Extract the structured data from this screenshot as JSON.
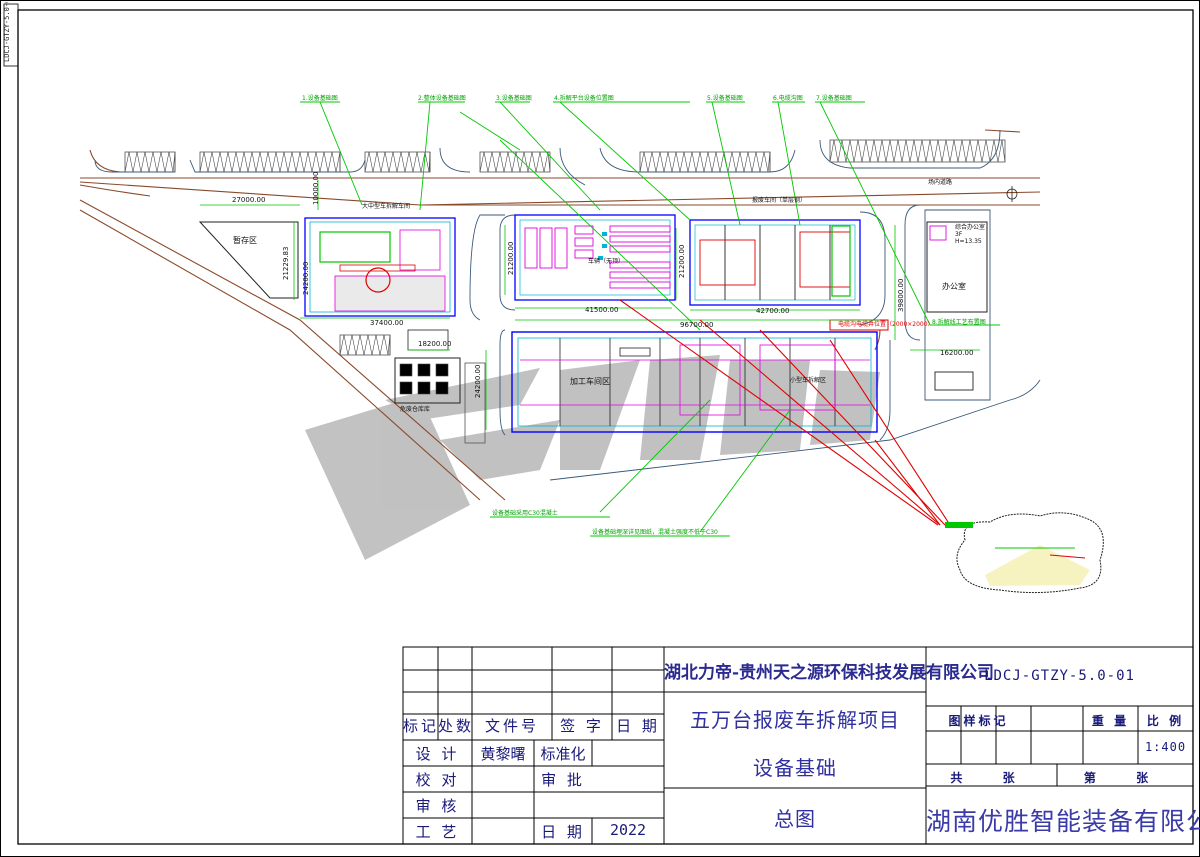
{
  "corner_code": "LDCJ-GTZY-5.0-00",
  "plan": {
    "callouts": [
      "1.设备基础图",
      "2.整体设备基础图",
      "3.设备基础图",
      "4.拆解平台设备位置图",
      "5.设备基础图",
      "6.电缆沟图",
      "7.设备基础图",
      "8.拆解线工艺布置图"
    ],
    "dimensions": {
      "d27000": "27000.00",
      "d10000": "10000.00",
      "d21229": "21229.83",
      "d24200": "24200.00",
      "d37400": "37400.00",
      "d21200a": "21200.00",
      "d41500": "41500.00",
      "d21200b": "21200.00",
      "d42700": "42700.00",
      "d96700": "96700.00",
      "d39800": "39800.00",
      "d18200": "18200.00",
      "d24200b": "24200.00",
      "d16200": "16200.00"
    },
    "zones": {
      "storage": "暂存区",
      "pretreat": "大中型车拆解车间",
      "parking": "车辆（无顶）",
      "dismantle": "报废车间（单层钢）",
      "office": "综合办公室",
      "office_level": "3F",
      "office_height": "H=13.35",
      "office_main": "办公室",
      "processing": "加工车间区",
      "small_car": "小型车拆解区",
      "hazard": "危废仓库库",
      "road_name": "场内道路"
    },
    "notes": {
      "cable": "电缆沟电缆井位置（2000×2000）",
      "note1": "设备基础采用C30混凝土",
      "note2": "设备基础埋深详见图纸，混凝土强度不低于C30"
    }
  },
  "title_block": {
    "rev_headers": {
      "mark": "标记",
      "count": "处数",
      "file": "文件号",
      "sign": "签 字",
      "date": "日 期"
    },
    "roles": {
      "design_label": "设 计",
      "design_name": "黄黎曙",
      "standard_label": "标准化",
      "check_label": "校 对",
      "approve_label": "审 批",
      "review_label": "审 核",
      "process_label": "工 艺",
      "date_label": "日 期",
      "year": "2022"
    },
    "client": "湖北力帝-贵州天之源环保科技发展有限公司",
    "project": "五万台报废车拆解项目",
    "subject": "设备基础",
    "drawing_name": "总图",
    "drawing_no": "LDCJ-GTZY-5.0-01",
    "labels": {
      "mark": "图样标记",
      "weight": "重 量",
      "scale": "比 例",
      "total": "共 张",
      "sheet": "第 张"
    },
    "scale": "1:400",
    "maker": "湖南优胜智能装备有限公司"
  },
  "colors": {
    "frame": "#000000",
    "line_blue": "#0000ff",
    "accent_green": "#00c800",
    "accent_magenta": "#e000e0",
    "accent_red": "#e00000",
    "accent_cyan": "#00b4d8",
    "road": "#8a4a2a",
    "watermark": "#9a9a9a"
  }
}
